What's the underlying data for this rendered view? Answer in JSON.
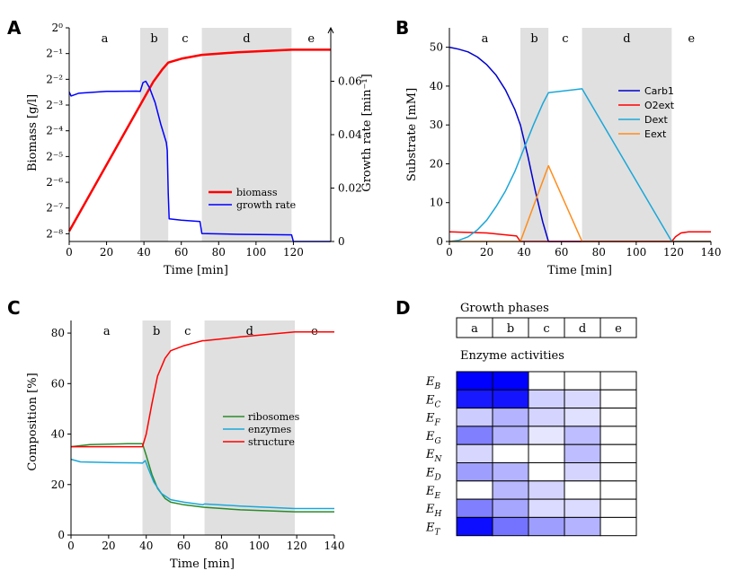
{
  "panel_letters": [
    "A",
    "B",
    "C",
    "D"
  ],
  "phases": [
    "a",
    "b",
    "c",
    "d",
    "e"
  ],
  "shaded_phases": [
    1,
    3
  ],
  "phase_boundaries": [
    0,
    38,
    53,
    71,
    119,
    140
  ],
  "chart_data": [
    {
      "panel": "A",
      "type": "line",
      "xlabel": "Time [min]",
      "ylabel": "Biomass [g/l]",
      "ylabel_right": "Growth rate [min⁻¹]",
      "xlim": [
        0,
        140
      ],
      "xticks": [
        0,
        20,
        40,
        60,
        80,
        100,
        120
      ],
      "yscale": "log2",
      "ylim_log2": [
        -8.3,
        0
      ],
      "ytick_labels": [
        "2⁰",
        "2⁻¹",
        "2⁻²",
        "2⁻³",
        "2⁻⁴",
        "2⁻⁵",
        "2⁻⁶",
        "2⁻⁷",
        "2⁻⁸"
      ],
      "ylim_right": [
        0,
        0.08
      ],
      "yticks_right": [
        "0",
        "0.02",
        "0.04",
        "0.06"
      ],
      "legend_position": "lower-right",
      "series": [
        {
          "name": "biomass",
          "color": "#ff0000",
          "axis": "left",
          "x": [
            0,
            38,
            45,
            50,
            53,
            60,
            71,
            90,
            119,
            140
          ],
          "y_log2": [
            -7.9,
            -3.0,
            -2.1,
            -1.6,
            -1.35,
            -1.2,
            -1.05,
            -0.95,
            -0.85,
            -0.85
          ]
        },
        {
          "name": "growth rate",
          "color": "#0000ff",
          "axis": "right",
          "x": [
            0,
            1,
            5,
            20,
            36,
            38,
            39.5,
            41,
            43,
            46,
            49,
            52,
            52.5,
            53,
            53.5,
            60,
            70,
            71,
            90,
            119,
            120,
            140
          ],
          "y": [
            0.056,
            0.0545,
            0.0555,
            0.0562,
            0.0563,
            0.0562,
            0.0595,
            0.06,
            0.0575,
            0.052,
            0.044,
            0.037,
            0.034,
            0.018,
            0.0085,
            0.008,
            0.0075,
            0.003,
            0.0027,
            0.0025,
            0,
            0
          ]
        }
      ]
    },
    {
      "panel": "B",
      "type": "line",
      "xlabel": "Time [min]",
      "ylabel": "Substrate [mM]",
      "xlim": [
        0,
        140
      ],
      "ylim": [
        0,
        55
      ],
      "xticks": [
        0,
        20,
        40,
        60,
        80,
        100,
        120,
        140
      ],
      "yticks": [
        0,
        10,
        20,
        30,
        40,
        50
      ],
      "legend_position": "right",
      "series": [
        {
          "name": "Carb1",
          "color": "#0000cc",
          "x": [
            0,
            5,
            10,
            15,
            20,
            25,
            30,
            35,
            38,
            42,
            46,
            50,
            53,
            140
          ],
          "y": [
            50,
            49.5,
            48.8,
            47.5,
            45.5,
            42.8,
            39,
            34,
            30,
            22,
            13,
            5,
            0,
            0
          ]
        },
        {
          "name": "O2ext",
          "color": "#ff0000",
          "x": [
            0,
            20,
            36,
            38,
            119,
            121,
            124,
            128,
            140
          ],
          "y": [
            2.5,
            2.2,
            1.4,
            0,
            0,
            1.2,
            2.2,
            2.5,
            2.5
          ]
        },
        {
          "name": "Dext",
          "color": "#1aa7d8",
          "x": [
            0,
            5,
            10,
            15,
            20,
            25,
            30,
            35,
            40,
            45,
            50,
            53,
            71,
            119,
            140
          ],
          "y": [
            0,
            0.3,
            1.2,
            3,
            5.5,
            9,
            13,
            18,
            24,
            30,
            35.5,
            38.3,
            39.3,
            0,
            0
          ]
        },
        {
          "name": "Eext",
          "color": "#ff8c1a",
          "x": [
            0,
            38,
            53,
            71,
            140
          ],
          "y": [
            0,
            0,
            19.5,
            0,
            0
          ]
        }
      ]
    },
    {
      "panel": "C",
      "type": "line",
      "xlabel": "Time [min]",
      "ylabel": "Composition [%]",
      "xlim": [
        0,
        140
      ],
      "ylim": [
        0,
        85
      ],
      "xticks": [
        0,
        20,
        40,
        60,
        80,
        100,
        120,
        140
      ],
      "yticks": [
        0,
        20,
        40,
        60,
        80
      ],
      "legend_position": "right",
      "series": [
        {
          "name": "ribosomes",
          "color": "#2a8a2a",
          "x": [
            0,
            10,
            20,
            30,
            38,
            40,
            43,
            46,
            50,
            53,
            60,
            71,
            90,
            119,
            140
          ],
          "y": [
            35,
            35.8,
            36,
            36.2,
            36.2,
            31.5,
            24,
            18.5,
            14.5,
            13,
            12,
            11,
            10,
            9.2,
            9.2
          ]
        },
        {
          "name": "enzymes",
          "color": "#1aa7d8",
          "x": [
            0,
            5,
            20,
            36,
            38,
            39.5,
            41,
            44,
            48,
            53,
            60,
            70,
            71,
            90,
            119,
            140
          ],
          "y": [
            30,
            29,
            28.7,
            28.6,
            28.5,
            29.5,
            26.5,
            21,
            16.5,
            14,
            13,
            12,
            12.3,
            11.5,
            10.5,
            10.5
          ]
        },
        {
          "name": "structure",
          "color": "#ff0000",
          "x": [
            0,
            20,
            38,
            40,
            43,
            46,
            50,
            53,
            60,
            70,
            71,
            90,
            119,
            140
          ],
          "y": [
            35,
            35,
            35,
            40,
            52,
            63,
            70,
            73,
            75,
            77,
            77,
            78.5,
            80.5,
            80.5
          ]
        }
      ]
    },
    {
      "panel": "D",
      "type": "heatmap",
      "title_top": "Growth phases",
      "title_heatmap": "Enzyme activities",
      "columns": [
        "a",
        "b",
        "c",
        "d",
        "e"
      ],
      "rows": [
        {
          "label": "E_B",
          "values": [
            1.0,
            1.0,
            0,
            0,
            0
          ]
        },
        {
          "label": "E_C",
          "values": [
            0.9,
            0.92,
            0.18,
            0.15,
            0
          ]
        },
        {
          "label": "E_F",
          "values": [
            0.2,
            0.3,
            0.17,
            0.12,
            0
          ]
        },
        {
          "label": "E_G",
          "values": [
            0.5,
            0.3,
            0.1,
            0.26,
            0
          ]
        },
        {
          "label": "E_N",
          "values": [
            0.16,
            0,
            0,
            0.26,
            0
          ]
        },
        {
          "label": "E_D",
          "values": [
            0.38,
            0.3,
            0,
            0.17,
            0
          ]
        },
        {
          "label": "E_E",
          "values": [
            0,
            0.28,
            0.17,
            0,
            0
          ]
        },
        {
          "label": "E_H",
          "values": [
            0.5,
            0.35,
            0.14,
            0.14,
            0
          ]
        },
        {
          "label": "E_T",
          "values": [
            0.95,
            0.55,
            0.38,
            0.3,
            0
          ]
        }
      ],
      "color_max": "#0000ff"
    }
  ]
}
